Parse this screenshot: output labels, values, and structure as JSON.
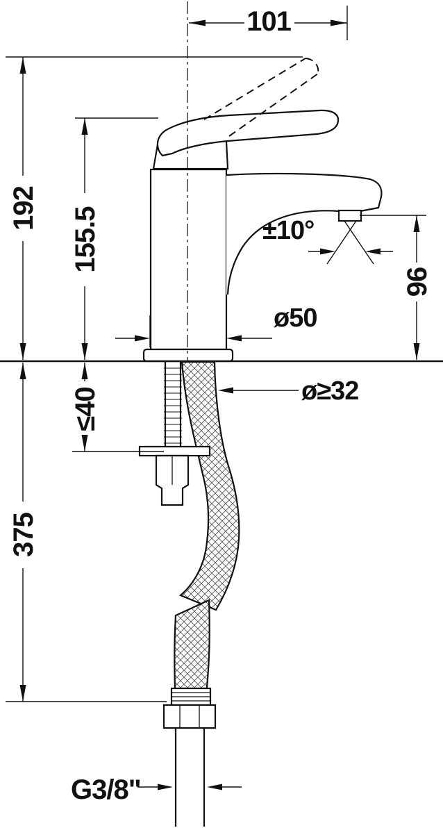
{
  "dimensions": {
    "reach": "101",
    "overall_height": "192",
    "body_height": "155.5",
    "spray_angle": "±10°",
    "outlet_to_deck": "96",
    "base_diameter": "ø50",
    "required_hole_diameter": "ø≥32",
    "max_deck_thickness": "≤40",
    "hose_length_below_deck": "375",
    "connection_thread": "G3/8\""
  }
}
